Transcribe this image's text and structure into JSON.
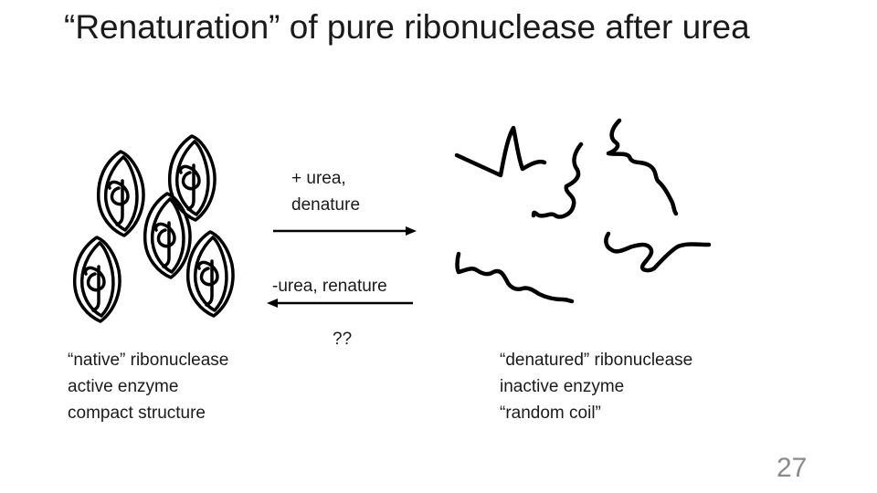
{
  "slide": {
    "title": "“Renaturation” of pure ribonuclease after urea",
    "page_number": "27"
  },
  "forward_arrow": {
    "label_line1": "+ urea,",
    "label_line2": "denature"
  },
  "reverse_arrow": {
    "label": "-urea, renature",
    "question": "??"
  },
  "native_caption": {
    "line1": "“native” ribonuclease",
    "line2": "active enzyme",
    "line3": "compact structure"
  },
  "denatured_caption": {
    "line1": "“denatured” ribonuclease",
    "line2": "inactive enzyme",
    "line3": "“random coil”"
  },
  "colors": {
    "ink": "#000000",
    "text": "#1a1a1a",
    "page_number": "#8a8a8a"
  },
  "icons": {
    "native_protein": "folded-loop-icon",
    "denatured_protein": "random-coil-icon"
  }
}
